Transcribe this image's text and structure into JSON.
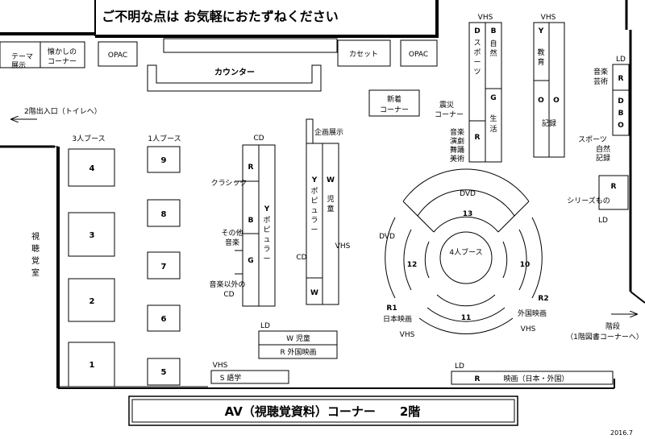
{
  "banner": "ご不明な点は お気軽におたずねください",
  "title": "AV（視聴覚資料）コーナー　　2階",
  "date": "2016.7",
  "top": {
    "theme": [
      "テーマ",
      "展示"
    ],
    "nostalgic": [
      "懐かしの",
      "コーナー"
    ],
    "opac": "OPAC",
    "cassette": "カセット",
    "counter": "カウンター",
    "new_arrivals": [
      "新着",
      "コーナー"
    ]
  },
  "exit_left": "2階出入口（トイレへ）",
  "exit_right": [
    "階段",
    "（1階図書コーナーへ）"
  ],
  "booths": {
    "three_person": "3人ブース",
    "single": "1人ブース",
    "three_nums": [
      "4",
      "3",
      "2",
      "1"
    ],
    "single_nums": [
      "9",
      "8",
      "7",
      "6",
      "5"
    ],
    "four_person": "4人ブース"
  },
  "av_room": [
    "視",
    "聴",
    "覚",
    "室"
  ],
  "cd_shelf": {
    "header": "CD",
    "left_letters": [
      "R",
      "B",
      "G"
    ],
    "left_labels": {
      "classic": "クラシック",
      "other": [
        "その他",
        "音楽"
      ],
      "non_music": [
        "音楽以外の",
        "CD"
      ]
    },
    "right_letter": "Y",
    "right_label": [
      "ポ",
      "ピ",
      "ュ",
      "ラ",
      "ー"
    ]
  },
  "exhibit_shelf": {
    "header": "企画展示",
    "y_letter": "Y",
    "y_label": [
      "ポ",
      "ピ",
      "ュ",
      "ラ",
      "ー"
    ],
    "w_letter": "W",
    "w_label": [
      "児",
      "童"
    ],
    "w_bottom": "W",
    "cd": "CD",
    "vhs": "VHS"
  },
  "ld_mid": {
    "header": "LD",
    "rows": [
      "W 児童",
      "R 外国映画"
    ]
  },
  "vhs_lang": {
    "header": "VHS",
    "label": "S 語学"
  },
  "vhs_right1": {
    "header": "VHS",
    "col1_top": "D",
    "col1_label": [
      "ス",
      "ポ",
      "ー",
      "ツ"
    ],
    "col1_bottom": "R",
    "col2_top": "B",
    "col2_label": [
      "自",
      "然"
    ],
    "col2_mid": "G",
    "col2_mid_label": [
      "生",
      "活"
    ],
    "disaster": [
      "震災",
      "コーナー"
    ],
    "music": [
      "音楽",
      "演劇",
      "舞踊",
      "美術"
    ]
  },
  "vhs_right2": {
    "header": "VHS",
    "y": "Y",
    "y_label": [
      "教",
      "育"
    ],
    "o1": "O",
    "o2": "O",
    "record": "記録"
  },
  "ld_right": {
    "header": "LD",
    "music_arts": [
      "音楽",
      "芸術"
    ],
    "letters": [
      "R",
      "D",
      "B",
      "O"
    ],
    "sports": [
      "スポーツ",
      "自然",
      "記録"
    ],
    "series_letter": "R",
    "series": "シリーズもの",
    "ld_bottom": "LD"
  },
  "ld_bottom": {
    "header": "LD",
    "letter": "R",
    "label": "映画（日本・外国）"
  },
  "circle": {
    "dvd_top": "DVD",
    "dvd_left": "DVD",
    "n13": "13",
    "n12": "12",
    "n10": "10",
    "n11": "11",
    "r1": "R1",
    "r1_label": "日本映画",
    "vhs_left": "VHS",
    "r2": "R2",
    "r2_label": "外国映画",
    "vhs_right": "VHS"
  }
}
